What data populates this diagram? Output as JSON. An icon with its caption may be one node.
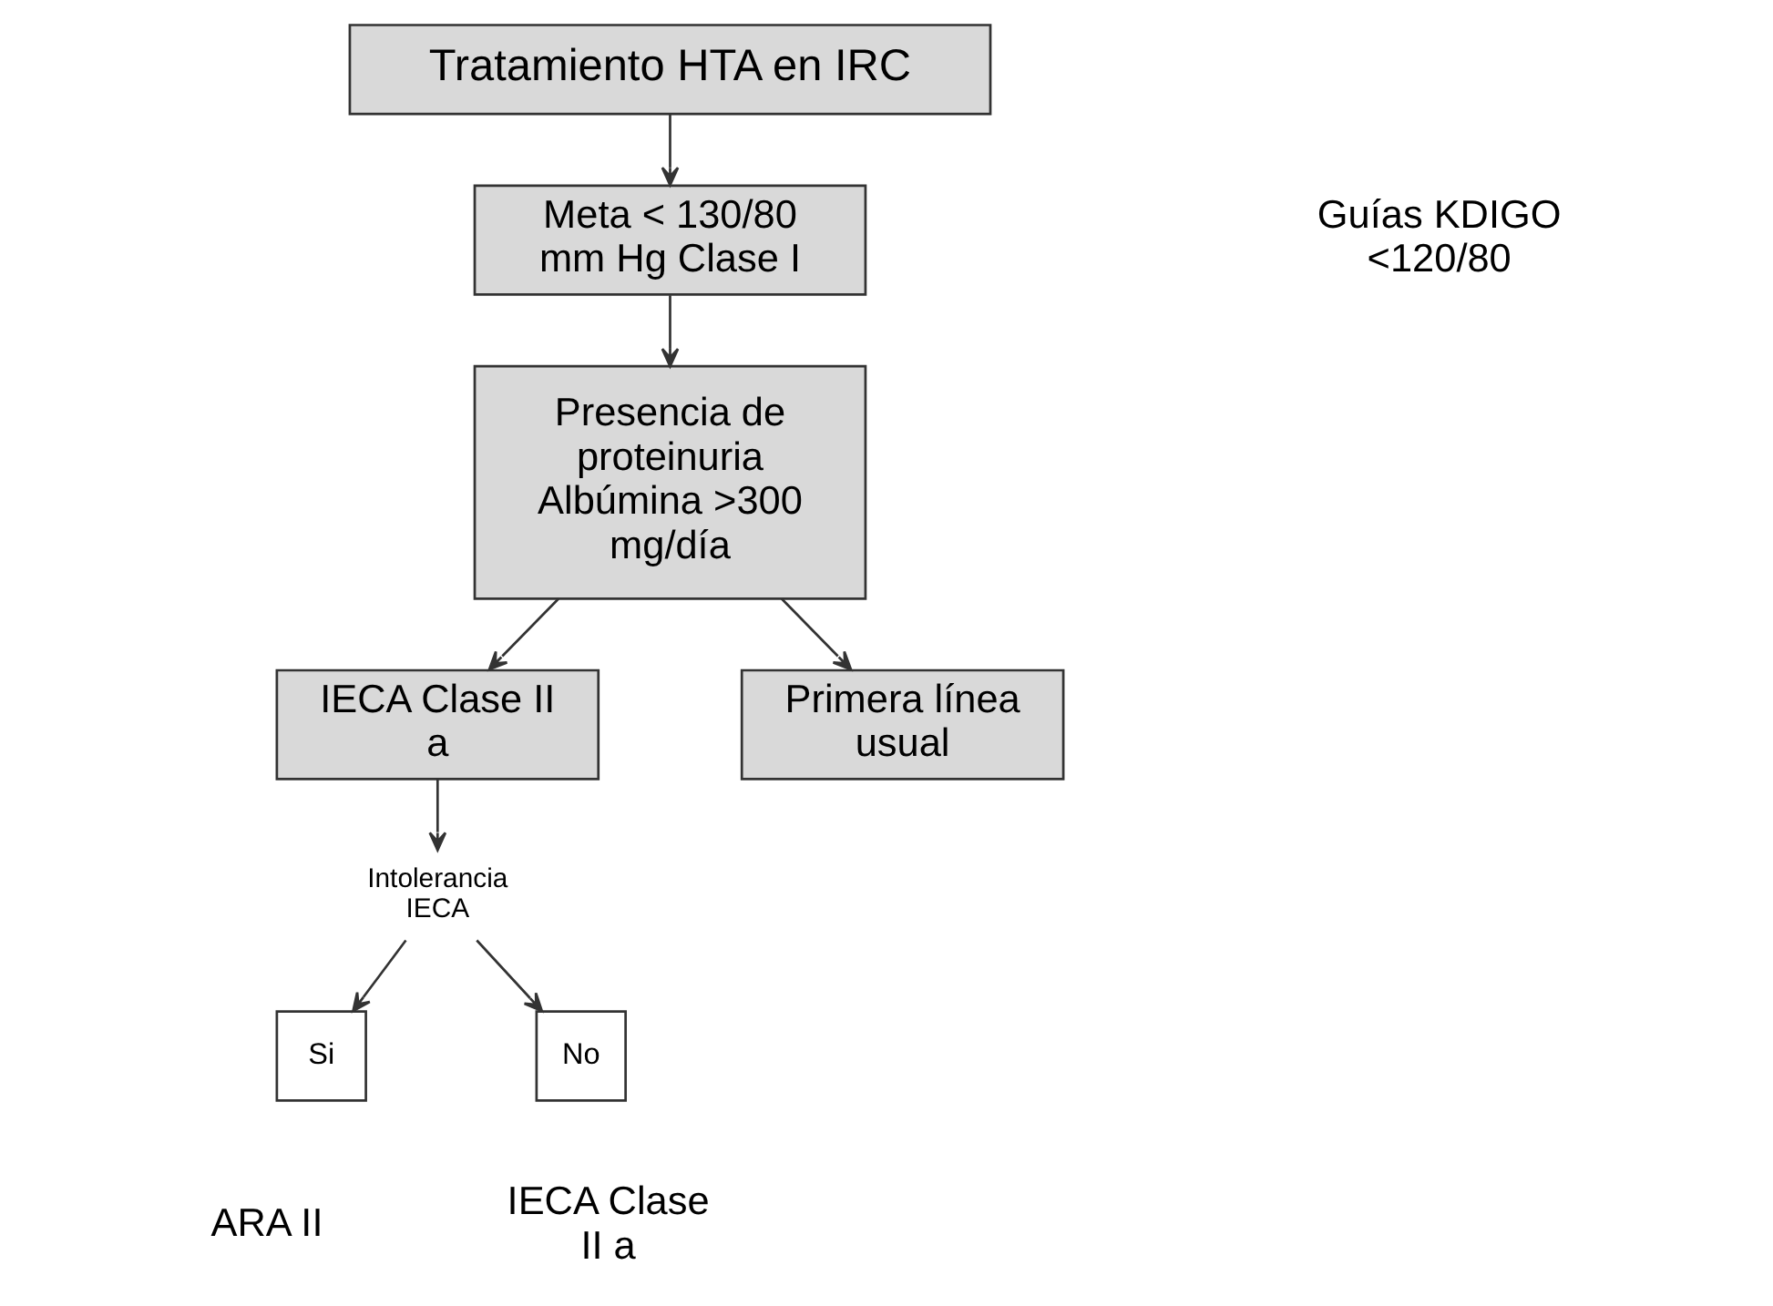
{
  "diagram": {
    "nodes": [
      {
        "text": [
          "Tratamiento HTA en IRC"
        ]
      },
      {
        "text": [
          "Meta < 130/80 mm Hg Clase I"
        ]
      },
      {
        "text": [
          "Presencia de proteinuria Albúmina >300 mg/día"
        ]
      },
      {
        "text": [
          "IECA Clase II a"
        ]
      },
      {
        "text": [
          "Primera línea usual"
        ]
      },
      {
        "text": [
          "Intolerancia IECA"
        ]
      },
      {
        "text": [
          "Si"
        ]
      },
      {
        "text": [
          "No"
        ]
      }
    ],
    "edges": [
      {
        "from": 0,
        "to": 1,
        "arrow": "to"
      },
      {
        "from": 1,
        "to": 2,
        "arrow": "to"
      },
      {
        "from": 2,
        "to": 3,
        "arrow": "to"
      },
      {
        "from": 2,
        "to": 4,
        "arrow": "to"
      },
      {
        "from": 3,
        "to": 5,
        "arrow": "to"
      },
      {
        "from": 5,
        "to": 6,
        "arrow": "to"
      },
      {
        "from": 5,
        "to": 7,
        "arrow": "to"
      }
    ],
    "labels": [
      "Guías KDIGO <120/80",
      "ARA II",
      "IECA Clase II a"
    ]
  }
}
